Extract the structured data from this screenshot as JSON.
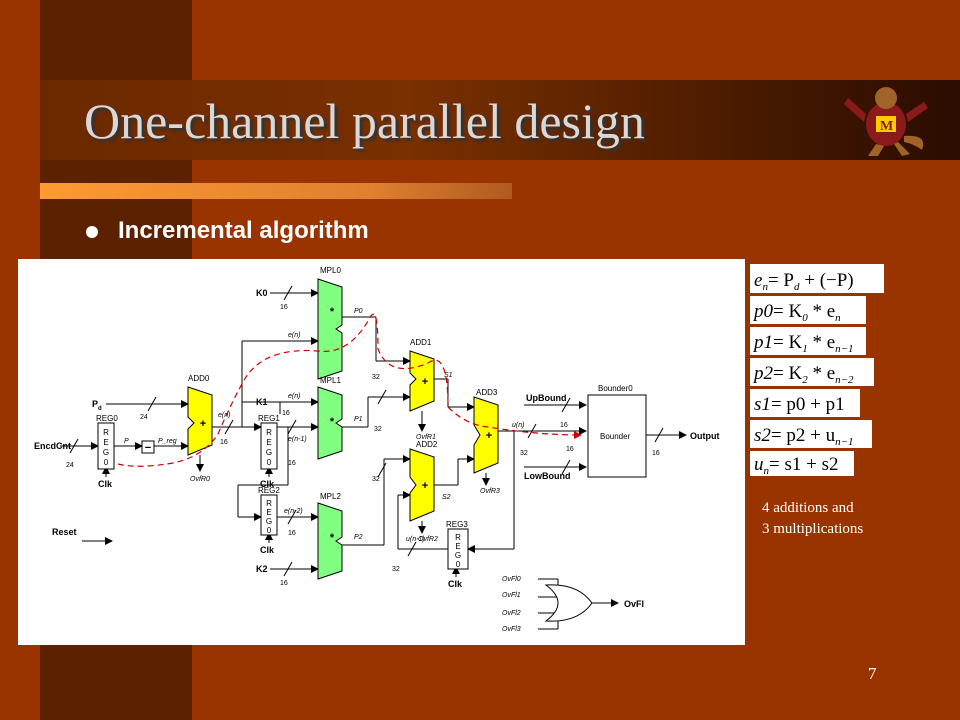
{
  "slide": {
    "title": "One-channel parallel design",
    "bullet": "Incremental algorithm",
    "page_number": "7",
    "note": {
      "line1": "4 additions and",
      "line2": "3 multiplications"
    }
  },
  "colors": {
    "background": "#993300",
    "adder": "#ffff00",
    "multiplier": "#80ff80",
    "data_path": "#cc0000"
  },
  "equations": [
    {
      "lhs": "e",
      "lhs_sub": "n",
      "rhs": "= P",
      "rhs_sub": "d",
      "tail": " + (−P)"
    },
    {
      "lhs": "p0",
      "lhs_sub": "",
      "rhs": "= K",
      "rhs_sub": "0",
      "tail": " * e",
      "tail_sub": "n"
    },
    {
      "lhs": "p1",
      "lhs_sub": "",
      "rhs": "= K",
      "rhs_sub": "1",
      "tail": " * e",
      "tail_sub": "n−1"
    },
    {
      "lhs": "p2",
      "lhs_sub": "",
      "rhs": "= K",
      "rhs_sub": "2",
      "tail": " * e",
      "tail_sub": "n−2"
    },
    {
      "lhs": "s1",
      "lhs_sub": "",
      "rhs": "= p0 + p1",
      "rhs_sub": "",
      "tail": ""
    },
    {
      "lhs": "s2",
      "lhs_sub": "",
      "rhs": "= p2 + u",
      "rhs_sub": "n−1",
      "tail": ""
    },
    {
      "lhs": "u",
      "lhs_sub": "n",
      "rhs": "= s1 + s2",
      "rhs_sub": "",
      "tail": ""
    }
  ],
  "diagram": {
    "mpl0": "MPL0",
    "mpl1": "MPL1",
    "mpl2": "MPL2",
    "add0": "ADD0",
    "add1": "ADD1",
    "add2": "ADD2",
    "add3": "ADD3",
    "reg0": "REG0",
    "reg1": "REG1",
    "reg2": "REG2",
    "reg3": "REG3",
    "bounder_name": "Bounder0",
    "bounder_label": "Bounder",
    "k0": "K0",
    "k1": "K1",
    "k2": "K2",
    "pd": "P",
    "pd_sub": "d",
    "encdcnt": "EncdCnt",
    "reset": "Reset",
    "upbound": "UpBound",
    "lowbound": "LowBound",
    "output": "Output",
    "p": "P",
    "p_neg": "−",
    "p_reg": "P_reg",
    "en": "e(n)",
    "en1": "e(n-1)",
    "en2": "e(n-2)",
    "p0": "P0",
    "p1": "P1",
    "p2": "P2",
    "s1": "S1",
    "s2": "S2",
    "un": "u(n)",
    "un1": "u(n-1)",
    "ovfr0": "OvfR0",
    "ovfr1": "OvfR1",
    "ovfr2": "OvfR2",
    "ovfr3": "OvfR3",
    "ovfl0": "OvFl0",
    "ovfl1": "OvFl1",
    "ovfl2": "OvFl2",
    "ovfl3": "OvFl3",
    "ovfl": "OvFl",
    "clk": "Clk",
    "reg_letters": [
      "R",
      "E",
      "G",
      "0"
    ],
    "plus": "+",
    "times": "*",
    "w16": "16",
    "w24": "24",
    "w32": "32"
  }
}
